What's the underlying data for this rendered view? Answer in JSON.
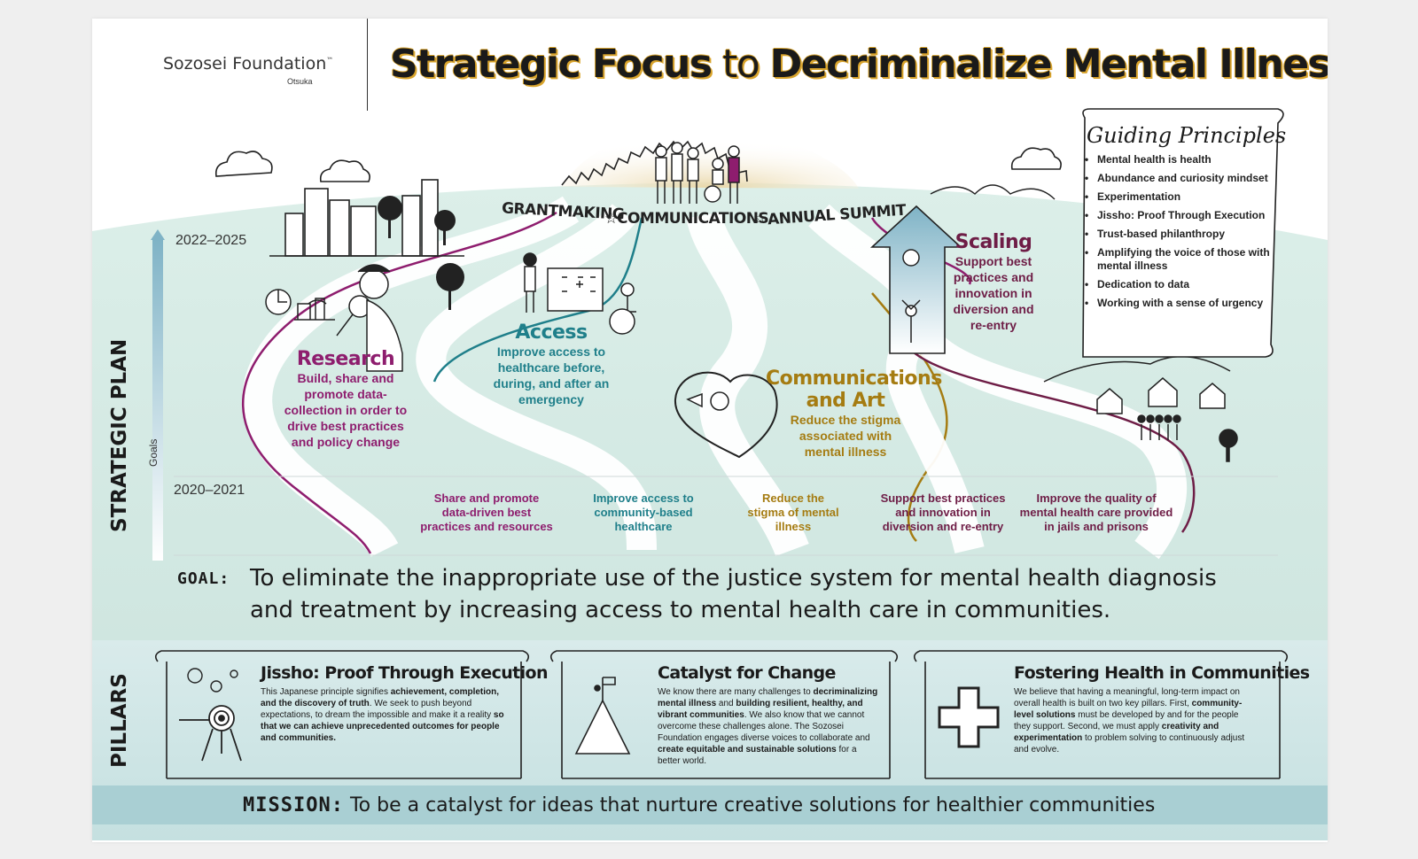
{
  "header": {
    "logo_text": "Sozosei Foundation",
    "logo_tm": "™",
    "logo_sub": "Otsuka",
    "title_a": "Strategic Focus",
    "title_b": " to ",
    "title_c": "Decriminalize Mental Illness"
  },
  "band": {
    "item1": "GRANTMAKING",
    "item2": "COMMUNICATIONS",
    "item3": "ANNUAL SUMMIT",
    "star": "☆"
  },
  "timeline": {
    "label": "STRATEGIC PLAN",
    "goals_label": "Goals",
    "year_top": "2022–2025",
    "year_bottom": "2020–2021"
  },
  "goals_2022": [
    {
      "heading": "Research",
      "line1": "Build, share and",
      "line2": "promote data-",
      "line3": "collection in order to",
      "line4": "drive best practices",
      "line5": "and policy change"
    },
    {
      "heading": "Access",
      "line1": "Improve access to",
      "line2": "healthcare before,",
      "line3": "during, and after an",
      "line4": "emergency"
    },
    {
      "heading": "Communications",
      "heading2": "and Art",
      "line1": "Reduce the stigma",
      "line2": "associated with",
      "line3": "mental illness"
    },
    {
      "heading": "Scaling",
      "line1": "Support best",
      "line2": "practices and",
      "line3": "innovation in",
      "line4": "diversion and",
      "line5": "re-entry"
    }
  ],
  "goals_2020": [
    {
      "line1": "Share and promote",
      "line2": "data-driven best",
      "line3": "practices and resources"
    },
    {
      "line1": "Improve access to",
      "line2": "community-based",
      "line3": "healthcare"
    },
    {
      "line1": "Reduce the",
      "line2": "stigma of mental",
      "line3": "illness"
    },
    {
      "line1": "Support best practices",
      "line2": "and innovation in",
      "line3": "diversion and re-entry"
    },
    {
      "line1": "Improve the quality of",
      "line2": "mental health care provided",
      "line3": "in jails and prisons"
    }
  ],
  "guiding_principles": {
    "title": "Guiding Principles",
    "items": [
      "Mental health is health",
      "Abundance and curiosity mindset",
      "Experimentation",
      "Jissho: Proof Through Execution",
      "Trust-based philanthropy",
      "Amplifying the voice of those with mental illness",
      "Dedication to data",
      "Working with a sense of urgency"
    ]
  },
  "goal": {
    "label": "GOAL:",
    "text1": "To eliminate the inappropriate use of the justice system for mental health diagnosis",
    "text2": "and treatment by increasing access to mental health care in communities."
  },
  "pillars": {
    "label": "PILLARS",
    "items": [
      {
        "title": "Jissho: Proof Through Execution",
        "t1": "This Japanese principle signifies ",
        "b1": "achievement, completion, and the discovery of truth",
        "t2": ". We seek to push beyond expectations, to dream the impossible and make it a reality ",
        "b2": "so that we can achieve unprecedented outcomes for people and communities."
      },
      {
        "title": "Catalyst for Change",
        "t1": "We know there are many challenges to ",
        "b1": "decriminalizing mental illness",
        "t2": " and ",
        "b2": "building resilient, healthy, and vibrant communities",
        "t3": ". We also know that we cannot overcome these challenges alone. The Sozosei Foundation engages diverse voices to collaborate and ",
        "b3": "create equitable and sustainable solutions",
        "t4": " for a better world."
      },
      {
        "title": "Fostering Health in Communities",
        "t1": "We believe that having a meaningful, long-term impact on overall health is built on two key pillars. First, ",
        "b1": "community-level solutions",
        "t2": " must be developed by and for the people they support. Second, we must apply ",
        "b2": "creativity and experimentation",
        "t3": " to problem solving to continuously adjust and evolve."
      }
    ]
  },
  "mission": {
    "label": "MISSION:",
    "text": "To be a catalyst for ideas that nurture creative solutions for healthier communities"
  },
  "colors": {
    "research": "#8e1d6e",
    "access": "#1f7f8a",
    "communications": "#a57c12",
    "scaling": "#6e1d46",
    "accent_gold": "#d9a42c",
    "pillars_bg": "#c5e0e0"
  }
}
